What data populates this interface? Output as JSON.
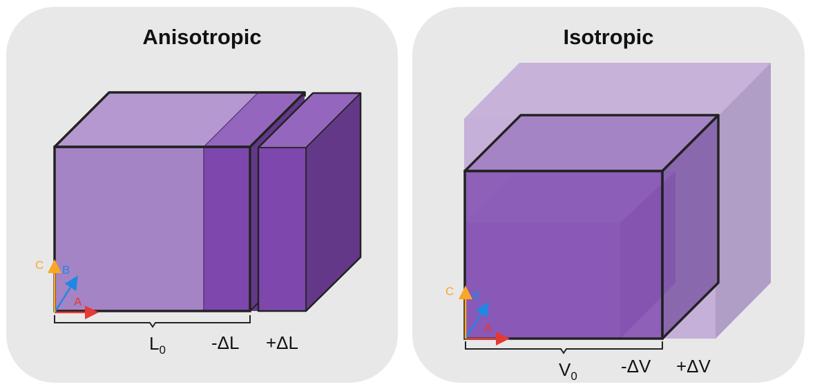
{
  "panels": {
    "anisotropic": {
      "title": "Anisotropic",
      "labels": {
        "length_main": "L",
        "length_sub": "0",
        "shrink": "-ΔL",
        "grow": "+ΔL"
      },
      "axes": {
        "a": "A",
        "b": "B",
        "c": "C"
      }
    },
    "isotropic": {
      "title": "Isotropic",
      "labels": {
        "volume_main": "V",
        "volume_sub": "0",
        "shrink": "-ΔV",
        "grow": "+ΔV"
      },
      "axes": {
        "a": "A",
        "b": "B",
        "c": "C"
      }
    }
  },
  "colors": {
    "panel_bg": "#e8e8e8",
    "cube_front": "#a484c4",
    "cube_top": "#b498cf",
    "slab_front": "#7e47ae",
    "slab_side": "#643889",
    "ghost": "#c4b0d8",
    "axis_a": "#e53935",
    "axis_b": "#1e88e5",
    "axis_c": "#f9a825"
  }
}
